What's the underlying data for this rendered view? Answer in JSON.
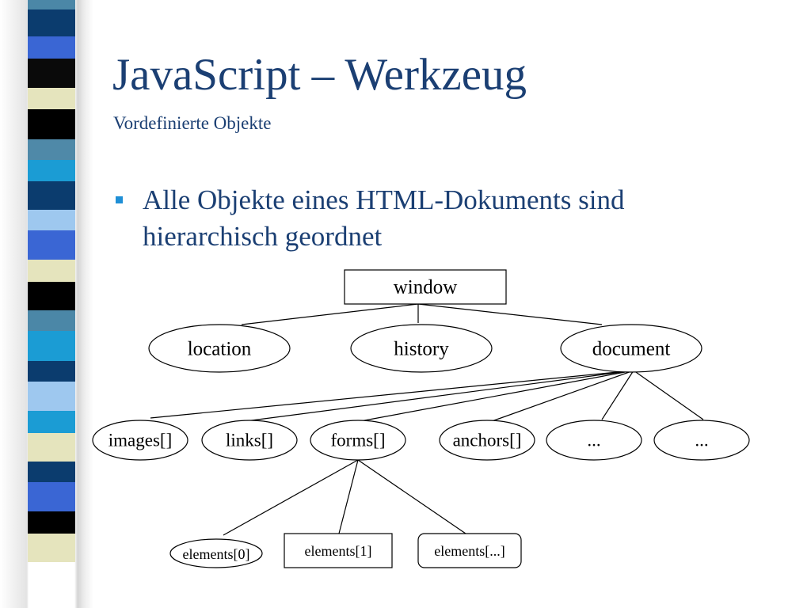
{
  "slide": {
    "title": "JavaScript – Werkzeug",
    "subtitle": "Vordefinierte Objekte",
    "bullet": "Alle Objekte eines HTML-Dokuments sind hierarchisch geordnet"
  },
  "decor": {
    "stripe_colors": [
      "#4b87a7",
      "#0b3c6e",
      "#3a66d4",
      "#0a0a0a",
      "#e5e4bd",
      "#000000",
      "#4f89a8",
      "#1b9cd4",
      "#0b3c6e",
      "#9ec8ef",
      "#3a66d4",
      "#e5e4bd",
      "#000000",
      "#4b87a7",
      "#1b9cd4",
      "#0b3c6e",
      "#9ec8ef",
      "#1b9cd4",
      "#e5e4bd",
      "#0b3c6e",
      "#3a66d4",
      "#000000",
      "#e5e4bd"
    ]
  },
  "diagram": {
    "nodes": {
      "window": "window",
      "location": "location",
      "history": "history",
      "document": "document",
      "images": "images[]",
      "links": "links[]",
      "forms": "forms[]",
      "anchors": "anchors[]",
      "more1": "...",
      "more2": "...",
      "el0": "elements[0]",
      "el1": "elements[1]",
      "eln": "elements[...]"
    }
  }
}
